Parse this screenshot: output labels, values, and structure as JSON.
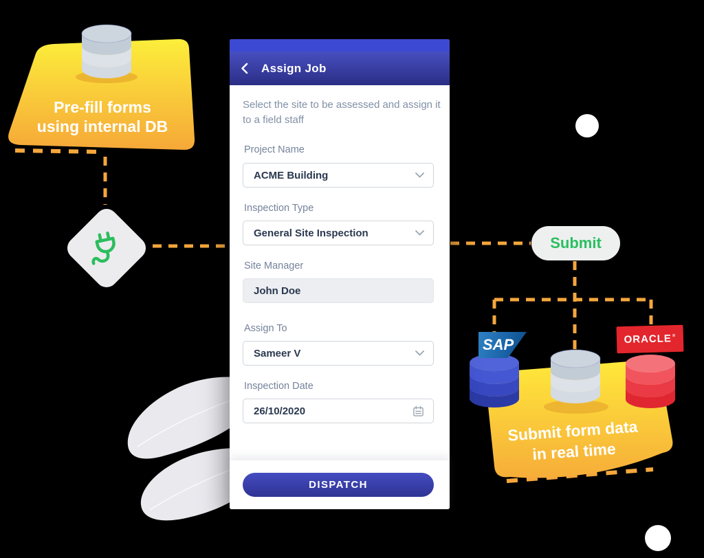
{
  "left_callout": {
    "line1": "Pre-fill forms",
    "line2": "using internal DB"
  },
  "right_callout": {
    "line1": "Submit form data",
    "line2": "in real time"
  },
  "connector": {
    "submit_label": "Submit"
  },
  "logos": {
    "sap": "SAP",
    "oracle": "ORACLE",
    "oracle_mark": "®"
  },
  "phone": {
    "header": {
      "title": "Assign Job"
    },
    "description": "Select the site to be assessed and assign it to a field staff",
    "fields": [
      {
        "label": "Project Name",
        "value": "ACME Building"
      },
      {
        "label": "Inspection Type",
        "value": "General Site Inspection"
      },
      {
        "label": "Site Manager",
        "value": "John Doe"
      },
      {
        "label": "Assign To",
        "value": "Sameer V"
      },
      {
        "label": "Inspection Date",
        "value": "26/10/2020"
      }
    ],
    "dispatch_label": "DISPATCH"
  },
  "colors": {
    "dash_orange": "#F5A73C",
    "callout_yellow_top": "#FBE93A",
    "callout_orange_bottom": "#F6A838",
    "header_indigo": "#2B2E85",
    "status_blue": "#3C49D2",
    "dispatch_indigo": "#31379B",
    "green": "#2ABF5F",
    "sap_blue": "#1E6CB0",
    "oracle_red": "#E3262D",
    "db_gray": "#CDD5DF",
    "db_blue": "#4557D3",
    "db_red": "#F2545E"
  }
}
